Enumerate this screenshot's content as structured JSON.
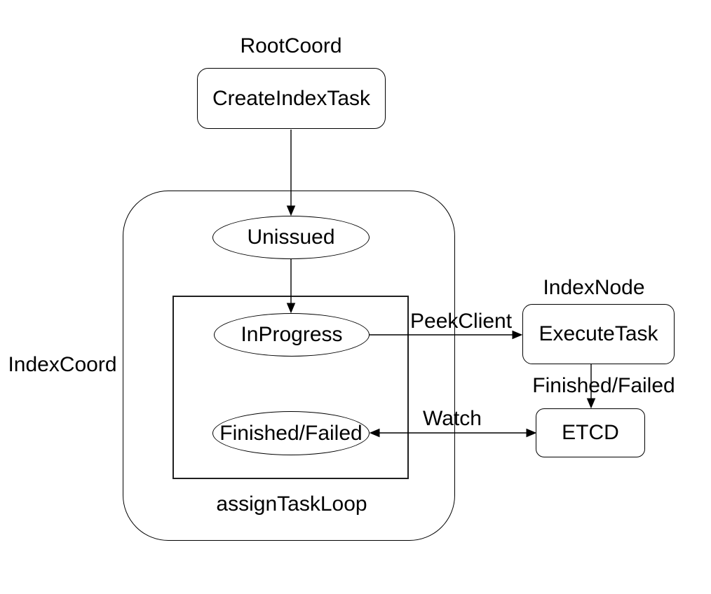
{
  "diagram": {
    "background_color": "#ffffff",
    "stroke_color": "#000000",
    "group_labels": {
      "root_coord": "RootCoord",
      "index_coord": "IndexCoord",
      "index_node": "IndexNode",
      "assign_task_loop": "assignTaskLoop"
    },
    "nodes": {
      "create_index_task": "CreateIndexTask",
      "unissued": "Unissued",
      "in_progress": "InProgress",
      "finished_failed": "Finished/Failed",
      "execute_task": "ExecuteTask",
      "etcd": "ETCD"
    },
    "edge_labels": {
      "peek_client": "PeekClient",
      "watch": "Watch",
      "finished_failed": "Finished/Failed"
    }
  }
}
